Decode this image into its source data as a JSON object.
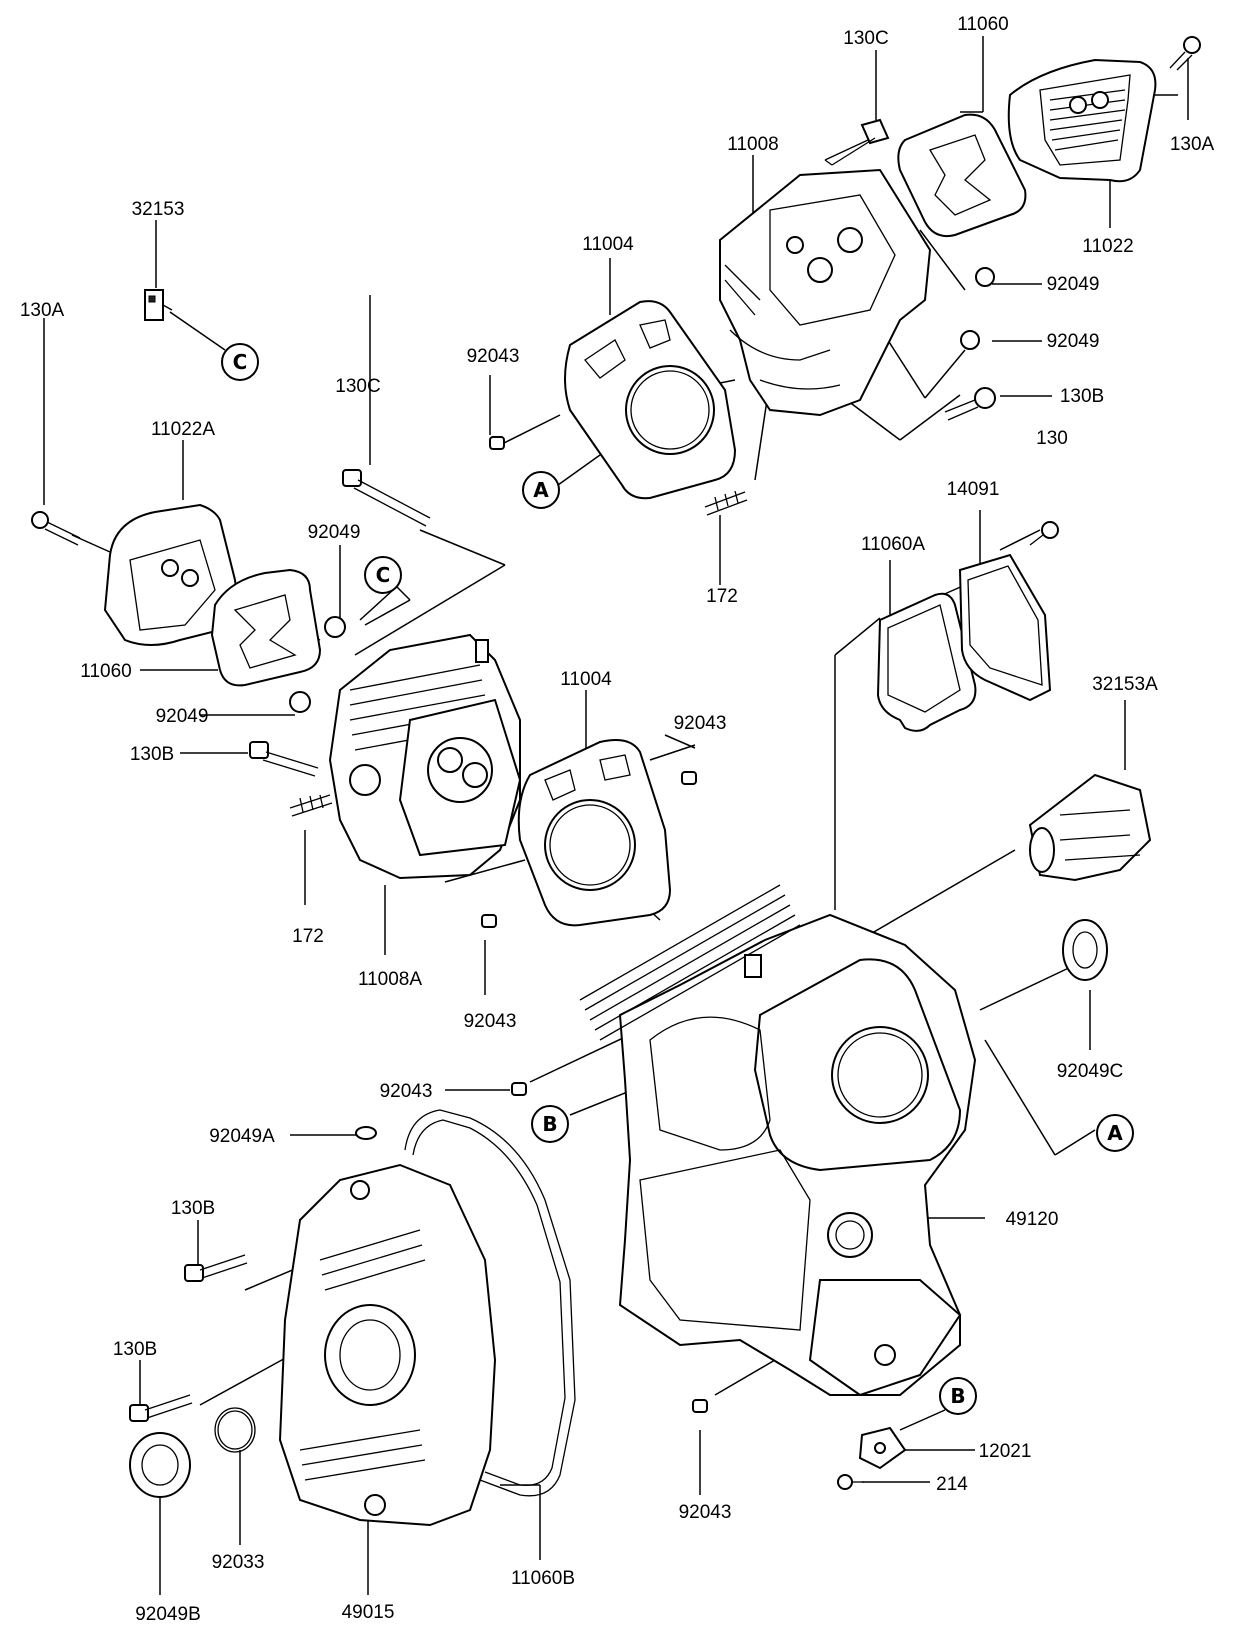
{
  "labels": {
    "l_130c_top": "130C",
    "l_11060_top": "11060",
    "l_11008": "11008",
    "l_130a_top": "130A",
    "l_32153": "32153",
    "l_11004_top": "11004",
    "l_11022": "11022",
    "l_92049_a": "92049",
    "l_92043_top": "92043",
    "l_92049_b": "92049",
    "l_130b_top": "130B",
    "l_130_right": "130",
    "l_130c_mid": "130C",
    "l_130a_left": "130A",
    "l_11022a": "11022A",
    "l_14091": "14091",
    "l_92049_left": "92049",
    "l_11060a": "11060A",
    "l_172_top": "172",
    "l_11060_left": "11060",
    "l_11004_mid": "11004",
    "l_32153a": "32153A",
    "l_92049_left2": "92049",
    "l_92043_mid": "92043",
    "l_130b_left": "130B",
    "l_172_left": "172",
    "l_11008a": "11008A",
    "l_92043_low": "92043",
    "l_92049c": "92049C",
    "l_92043_b": "92043",
    "l_92049a": "92049A",
    "l_49120": "49120",
    "l_130b_low1": "130B",
    "l_130b_low2": "130B",
    "l_12021": "12021",
    "l_214": "214",
    "l_92043_bottom": "92043",
    "l_92033": "92033",
    "l_11060b": "11060B",
    "l_92049b": "92049B",
    "l_49015": "49015"
  },
  "refs": {
    "c1": "C",
    "c2": "C",
    "a1": "A",
    "a2": "A",
    "b1": "B",
    "b2": "B"
  }
}
